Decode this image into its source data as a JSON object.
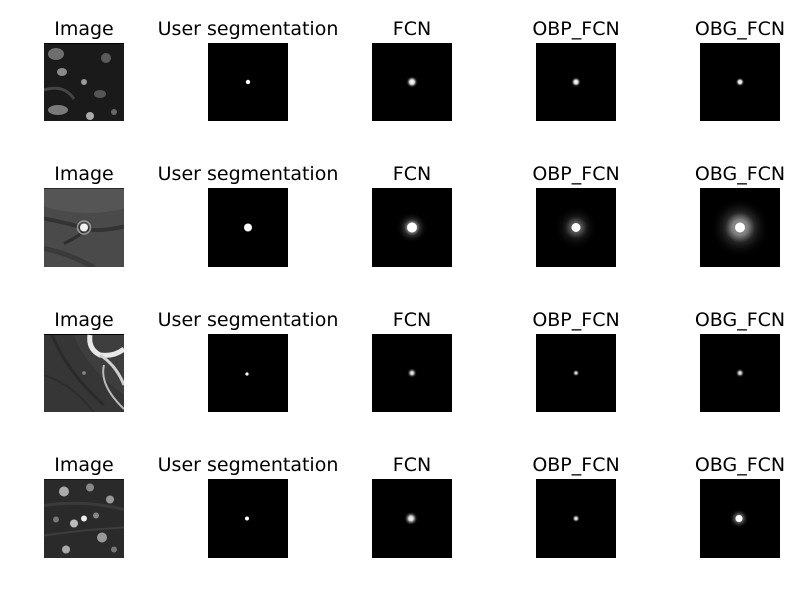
{
  "rows": [
    {
      "labels": [
        "Image",
        "User segmentation",
        "FCN",
        "OBP_FCN",
        "OBG_FCN"
      ]
    },
    {
      "labels": [
        "Image",
        "User segmentation",
        "FCN",
        "OBP_FCN",
        "OBG_FCN"
      ]
    },
    {
      "labels": [
        "Image",
        "User segmentation",
        "FCN",
        "OBP_FCN",
        "OBG_FCN"
      ]
    },
    {
      "labels": [
        "Image",
        "User segmentation",
        "FCN",
        "OBP_FCN",
        "OBG_FCN"
      ]
    }
  ]
}
